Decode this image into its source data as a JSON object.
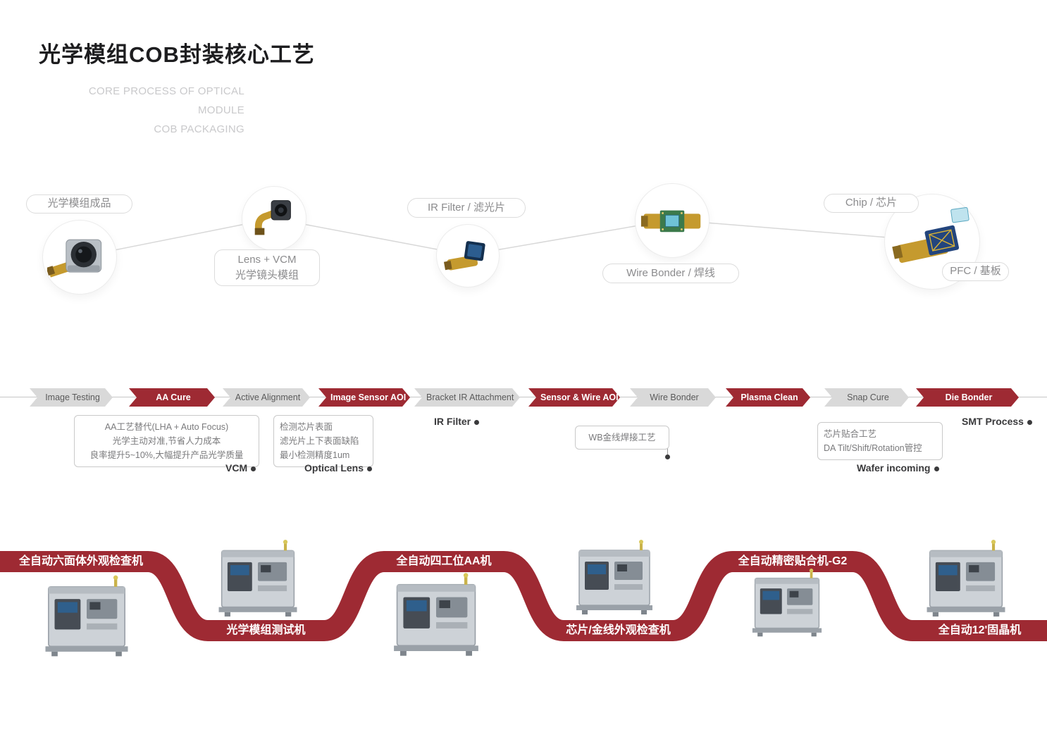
{
  "header": {
    "title": "光学模组COB封装核心工艺",
    "subtitle_lines": [
      "CORE PROCESS OF OPTICAL MODULE",
      "COB PACKAGING"
    ]
  },
  "colors": {
    "brand_red": "#9e2a33",
    "chevron_gray": "#d9d9d9"
  },
  "flow": {
    "nodes": [
      {
        "label": "光学模组成品"
      },
      {
        "label_line1": "Lens + VCM",
        "label_line2": "光学镜头模组"
      },
      {
        "label": "IR Filter / 滤光片"
      },
      {
        "label": "Wire Bonder / 焊线"
      },
      {
        "label": "Chip / 芯片"
      },
      {
        "label": "PFC / 基板"
      }
    ]
  },
  "process": {
    "steps": [
      {
        "label": "Image Testing",
        "style": "gray"
      },
      {
        "label": "AA Cure",
        "style": "red"
      },
      {
        "label": "Active Alignment",
        "style": "gray"
      },
      {
        "label": "Image Sensor AOI",
        "style": "red"
      },
      {
        "label": "Bracket IR Attachment",
        "style": "gray"
      },
      {
        "label": "Sensor & Wire AOI",
        "style": "red"
      },
      {
        "label": "Wire Bonder",
        "style": "gray"
      },
      {
        "label": "Plasma Clean",
        "style": "red"
      },
      {
        "label": "Snap Cure",
        "style": "gray"
      },
      {
        "label": "Die Bonder",
        "style": "red"
      }
    ]
  },
  "annotations": {
    "aa_note": {
      "lines": [
        "AA工艺替代(LHA + Auto Focus)",
        "光学主动对准,节省人力成本",
        "良率提升5~10%,大幅提升产品光学质量"
      ],
      "tag": "VCM"
    },
    "aoi_note": {
      "lines": [
        "检测芯片表面",
        "滤光片上下表面缺陷",
        "最小检测精度1um"
      ],
      "tag": "Optical Lens"
    },
    "ir_filter_tag": "IR Filter",
    "wb_note": {
      "text": "WB金线焊接工艺"
    },
    "die_note": {
      "lines": [
        "芯片贴合工艺",
        "DA Tilt/Shift/Rotation管控"
      ],
      "tag": "Wafer incoming"
    },
    "smt_tag": "SMT Process"
  },
  "machines": [
    {
      "name": "全自动六面体外观检查机"
    },
    {
      "name": "光学模组测试机"
    },
    {
      "name": "全自动四工位AA机"
    },
    {
      "name": "芯片/金线外观检查机"
    },
    {
      "name": "全自动精密贴合机-G2"
    },
    {
      "name": "全自动12'固晶机"
    }
  ]
}
